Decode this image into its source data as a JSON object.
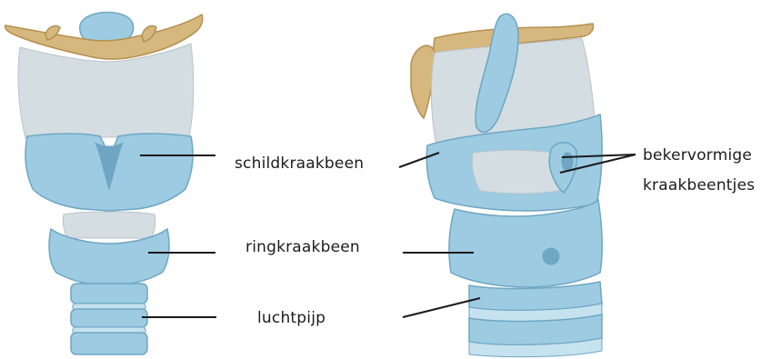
{
  "labels": {
    "thyroid": "schildkraakbeen",
    "cricoid": "ringkraakbeen",
    "trachea": "luchtpijp",
    "arytenoid_line1": "bekervormige",
    "arytenoid_line2": "kraakbeentjes"
  },
  "colors": {
    "cartilage": "#9ccbe2",
    "cartilage_dark": "#6fa6c4",
    "cartilage_light": "#c6e2ef",
    "membrane": "#d4dde1",
    "hyoid": "#d6b77e",
    "hyoid_dark": "#b48f4f",
    "leader": "#1a1a1a"
  }
}
